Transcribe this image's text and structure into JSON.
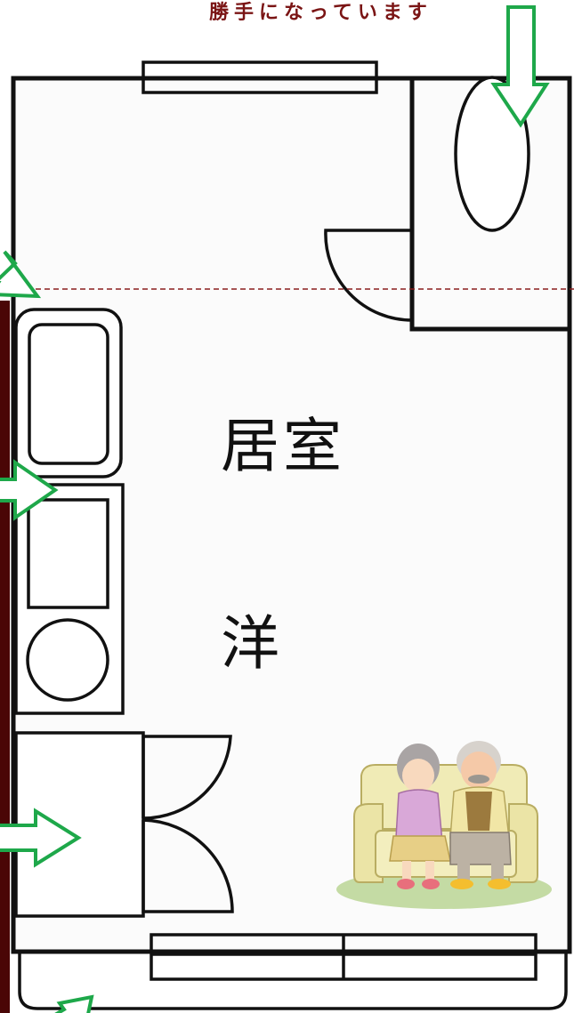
{
  "caption": "勝手になっています",
  "rooms": {
    "main_label": "居室",
    "style_label": "洋"
  },
  "colors": {
    "wall": "#111111",
    "arrow_outline": "#1ea84a",
    "caption_text": "#7a1414",
    "left_band": "#4a0606",
    "dashed_line": "#8a1e1e",
    "floor": "#fbfbfb"
  },
  "icons": {
    "arrows": "green-outline-arrow",
    "illustration": "elderly-couple-on-sofa"
  }
}
